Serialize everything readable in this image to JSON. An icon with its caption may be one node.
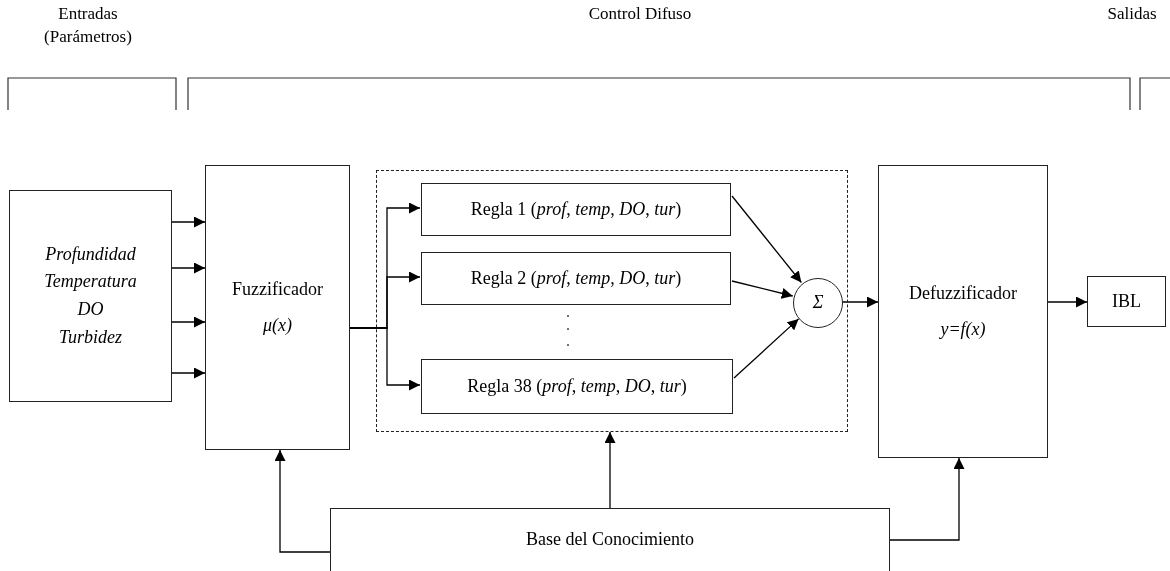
{
  "diagram": {
    "nodes": [
      {
        "text": [
          "Profundidad",
          "Temperatura",
          "DO",
          "Turbidez"
        ]
      },
      {
        "text": [
          "Fuzzificador",
          "μ(x)"
        ]
      },
      {
        "text": [],
        "shape": "box"
      },
      {
        "text": [
          "Regla 1 (*prof*, *temp*, *DO*, *tur*)"
        ],
        "in": 2
      },
      {
        "text": [
          "Regla 2 (*prof*, *temp*, *DO*, *tur*)"
        ],
        "in": 2
      },
      {
        "text": [
          "Regla 38 (*prof*, *temp*, *DO*, *tur*)"
        ],
        "in": 2
      },
      {
        "text": [
          "Σ"
        ],
        "in": 2
      },
      {
        "text": [
          "Defuzzificador",
          "y=f(x)"
        ]
      },
      {
        "text": [
          "IBL"
        ]
      },
      {
        "text": [
          "Base del Conocimiento"
        ]
      }
    ],
    "edges": [
      {
        "from": 0,
        "to": 1,
        "arrow": "to"
      },
      {
        "from": 0,
        "to": 1,
        "arrow": "to"
      },
      {
        "from": 0,
        "to": 1,
        "arrow": "to"
      },
      {
        "from": 0,
        "to": 1,
        "arrow": "to"
      },
      {
        "from": 1,
        "to": 3,
        "arrow": "to"
      },
      {
        "from": 1,
        "to": 4,
        "arrow": "to"
      },
      {
        "from": 1,
        "to": 5,
        "arrow": "to"
      },
      {
        "from": 3,
        "to": 6,
        "arrow": "to"
      },
      {
        "from": 4,
        "to": 6,
        "arrow": "to"
      },
      {
        "from": 5,
        "to": 6,
        "arrow": "to"
      },
      {
        "from": 6,
        "to": 7,
        "arrow": "to"
      },
      {
        "from": 7,
        "to": 8,
        "arrow": "to"
      },
      {
        "from": 9,
        "to": 1,
        "arrow": "to"
      },
      {
        "from": 9,
        "to": 2,
        "arrow": "to"
      },
      {
        "from": 9,
        "to": 7,
        "arrow": "to"
      }
    ],
    "labels": [
      "Entradas (Parámetros)",
      "Control Difuso",
      "Salidas"
    ]
  }
}
